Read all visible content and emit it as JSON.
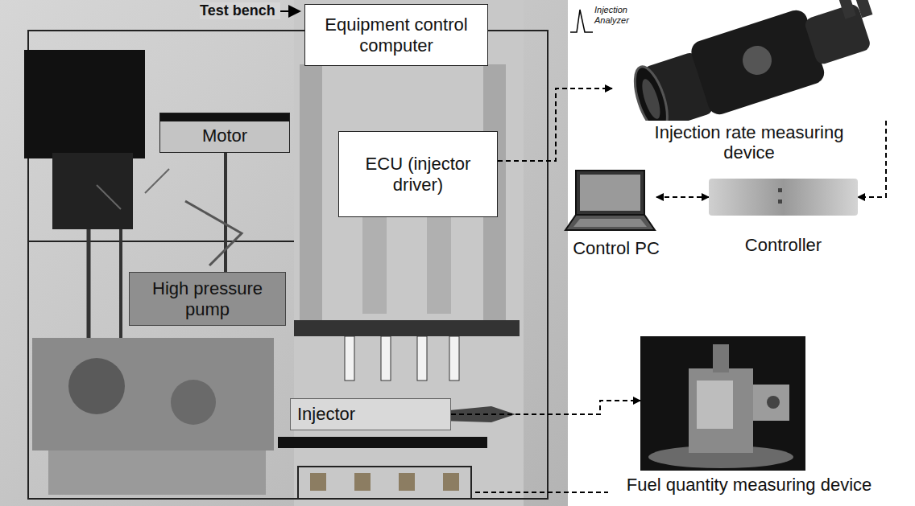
{
  "diagram": {
    "nodes": [
      {
        "text": [
          "Equipment control computer"
        ]
      },
      {
        "text": [
          "Motor"
        ]
      },
      {
        "text": [
          "ECU (injector driver)"
        ]
      },
      {
        "text": [
          "High pressure pump"
        ]
      },
      {
        "text": [
          "Injector"
        ]
      },
      {
        "text": [
          "Injection rate measuring device"
        ]
      },
      {
        "text": [
          "Control PC"
        ]
      },
      {
        "text": [
          "Controller"
        ]
      },
      {
        "text": [
          "Fuel quantity measuring device"
        ]
      }
    ],
    "edges": [
      {
        "from": 2,
        "to": 5,
        "arrow": "to"
      },
      {
        "from": 5,
        "to": 7,
        "arrow": "to"
      },
      {
        "from": 6,
        "to": 7,
        "arrow": "both"
      },
      {
        "from": 4,
        "to": 8,
        "arrow": "to"
      }
    ],
    "labels": [
      "Test bench",
      "Injection Analyzer"
    ]
  }
}
